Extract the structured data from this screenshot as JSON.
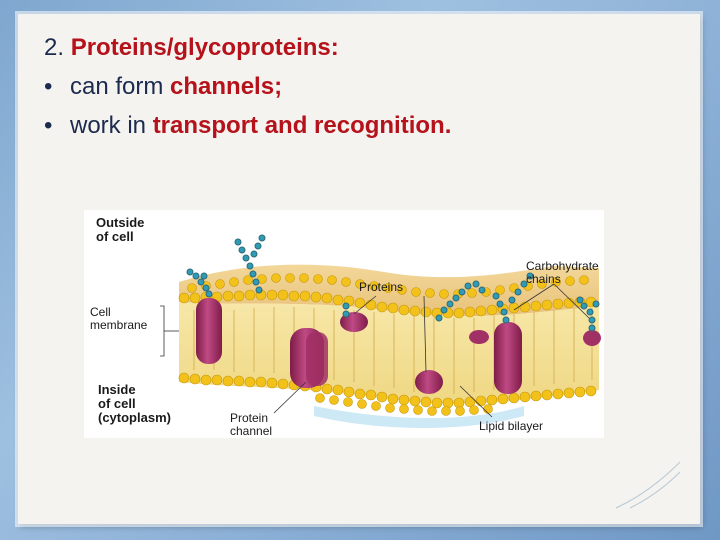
{
  "slide": {
    "number_prefix": "2.",
    "title_highlight": "Proteins/glycoproteins:",
    "bullets": [
      {
        "marker": "•",
        "text": "can form ",
        "highlight": "channels;"
      },
      {
        "marker": "•",
        "text": "work in ",
        "highlight": "transport and recognition."
      }
    ]
  },
  "figure": {
    "labels": {
      "outside": [
        "Outside",
        "of cell"
      ],
      "inside": [
        "Inside",
        "of cell",
        "(cytoplasm)"
      ],
      "membrane": [
        "Cell",
        "membrane"
      ],
      "proteins": "Proteins",
      "carbohydrate": [
        "Carbohydrate",
        "chains"
      ],
      "protein_channel": [
        "Protein",
        "channel"
      ],
      "lipid_bilayer": "Lipid bilayer"
    }
  },
  "colors": {
    "highlight": "#b5121b",
    "body_text": "#1b2a4e",
    "lipid_head": "#f2c21b",
    "protein": "#b0306a",
    "carbohydrate": "#2f9bb5"
  }
}
